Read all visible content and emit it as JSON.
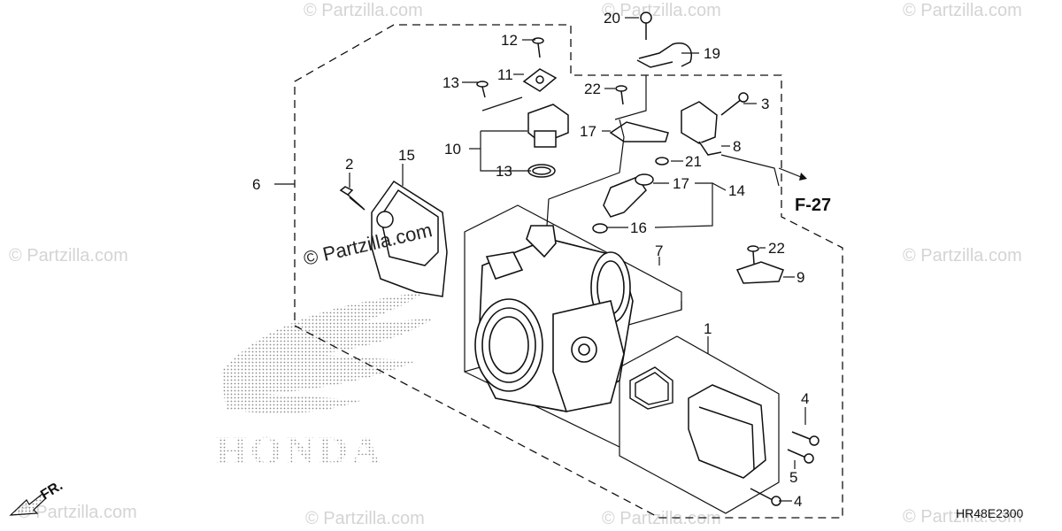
{
  "watermark": {
    "text": "© Partzilla.com",
    "main_text": "© Partzilla.com",
    "color": "#cfcfcf"
  },
  "brand": {
    "text": "HONDA",
    "wing_icon": "honda-wing-logo"
  },
  "diagram": {
    "code": "HR48E2300",
    "front_label": "FR.",
    "ref_label": "F-27",
    "callouts": [
      "1",
      "2",
      "3",
      "4",
      "4",
      "5",
      "6",
      "7",
      "8",
      "9",
      "10",
      "11",
      "12",
      "13",
      "13",
      "14",
      "15",
      "16",
      "17",
      "19",
      "20",
      "21",
      "22",
      "22"
    ]
  },
  "colors": {
    "line": "#111111",
    "dots": "#9a9a9a"
  }
}
